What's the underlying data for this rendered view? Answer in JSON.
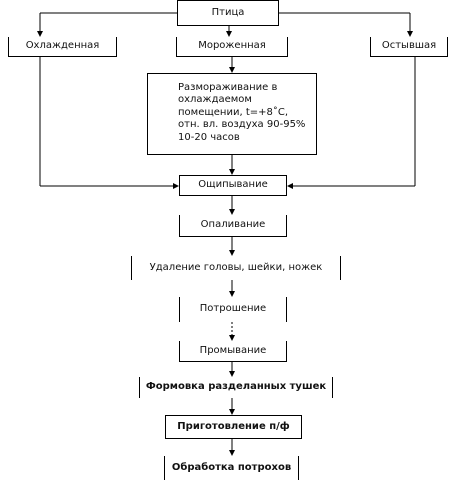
{
  "nodes": {
    "ptitsa": "Птица",
    "chilled": "Охлажденная",
    "frozen": "Мороженная",
    "cooled": "Остывшая",
    "thawing": "Размораживание в охлаждаемом помещении, t=+8˚С, отн. вл. воздуха 90-95% 10-20 часов",
    "plucking": "Ощипывание",
    "singeing": "Опаливание",
    "removal": "Удаление головы, шейки, ножек",
    "gutting": "Потрошение",
    "washing": "Промывание",
    "forming": "Формовка разделанных тушек",
    "preparation": "Приготовление п/ф",
    "processing": "Обработка потрохов"
  }
}
